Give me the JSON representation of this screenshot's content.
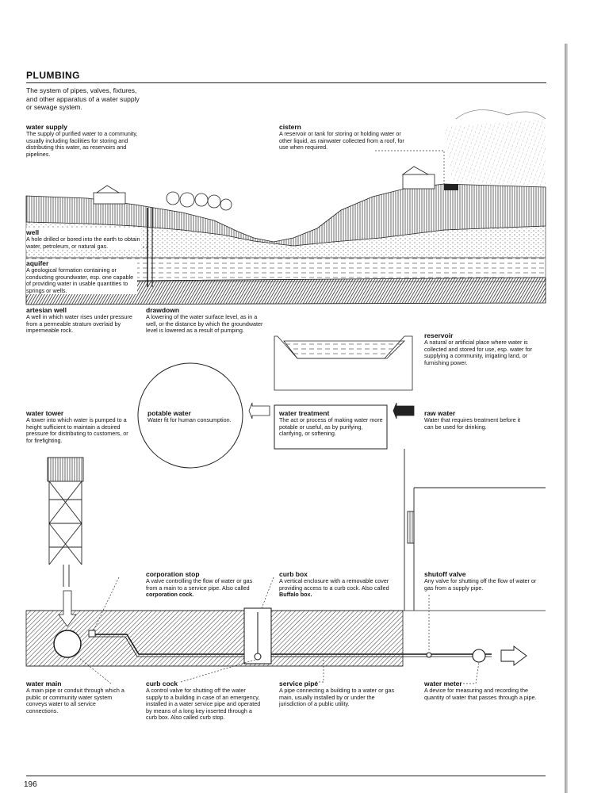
{
  "page": {
    "title": "PLUMBING",
    "intro": "The system of pipes, valves, fixtures, and other apparatus of a water supply or sewage system.",
    "page_number": "196"
  },
  "entries": {
    "water_supply": {
      "term": "water supply",
      "def": "The supply of purified water to a community, usually including facilities for storing and distributing this water, as reservoirs and pipelines."
    },
    "cistern": {
      "term": "cistern",
      "def": "A reservoir or tank for storing or holding water or other liquid, as rainwater collected from a roof, for use when required."
    },
    "well": {
      "term": "well",
      "def": "A hole drilled or bored into the earth to obtain water, petroleum, or natural gas."
    },
    "aquifer": {
      "term": "aquifer",
      "def": "A geological formation containing or conducting groundwater, esp. one capable of providing water in usable quantities to springs or wells."
    },
    "artesian_well": {
      "term": "artesian well",
      "def": "A well in which water rises under pressure from a permeable stratum overlaid by impermeable rock."
    },
    "drawdown": {
      "term": "drawdown",
      "def": "A lowering of the water surface level, as in a well, or the distance by which the groundwater level is lowered as a result of pumping."
    },
    "reservoir": {
      "term": "reservoir",
      "def": "A natural or artificial place where water is collected and stored for use, esp. water for supplying a community, irrigating land, or furnishing power."
    },
    "water_tower": {
      "term": "water tower",
      "def": "A tower into which water is pumped to a height sufficient to maintain a desired pressure for distributing to customers, or for firefighting."
    },
    "potable_water": {
      "term": "potable water",
      "def": "Water fit for human consumption."
    },
    "water_treatment": {
      "term": "water treatment",
      "def": "The act or process of making water more potable or useful, as by purifying, clarifying, or softening."
    },
    "raw_water": {
      "term": "raw water",
      "def": "Water that requires treatment before it can be used for drinking."
    },
    "corporation_stop": {
      "term": "corporation stop",
      "def": "A valve controlling the flow of water or gas from a main to a service pipe. Also called",
      "alt": "corporation cock."
    },
    "curb_box": {
      "term": "curb box",
      "def": "A vertical enclosure with a removable cover providing access to a curb cock. Also called",
      "alt": "Buffalo box."
    },
    "shutoff_valve": {
      "term": "shutoff valve",
      "def": "Any valve for shutting off the flow of water or gas from a supply pipe."
    },
    "water_main": {
      "term": "water main",
      "def": "A main pipe or conduit through which a public or community water system conveys water to all service connections."
    },
    "curb_cock": {
      "term": "curb cock",
      "def": "A control valve for shutting off the water supply to a building in case of an emergency, installed in a water service pipe and operated by means of a long key inserted through a curb box. Also called curb stop."
    },
    "service_pipe": {
      "term": "service pipe",
      "def": "A pipe connecting a building to a water or gas main, usually installed by or under the jurisdiction of a public utility."
    },
    "water_meter": {
      "term": "water meter",
      "def": "A device for measuring and recording the quantity of water that passes through a pipe."
    }
  }
}
